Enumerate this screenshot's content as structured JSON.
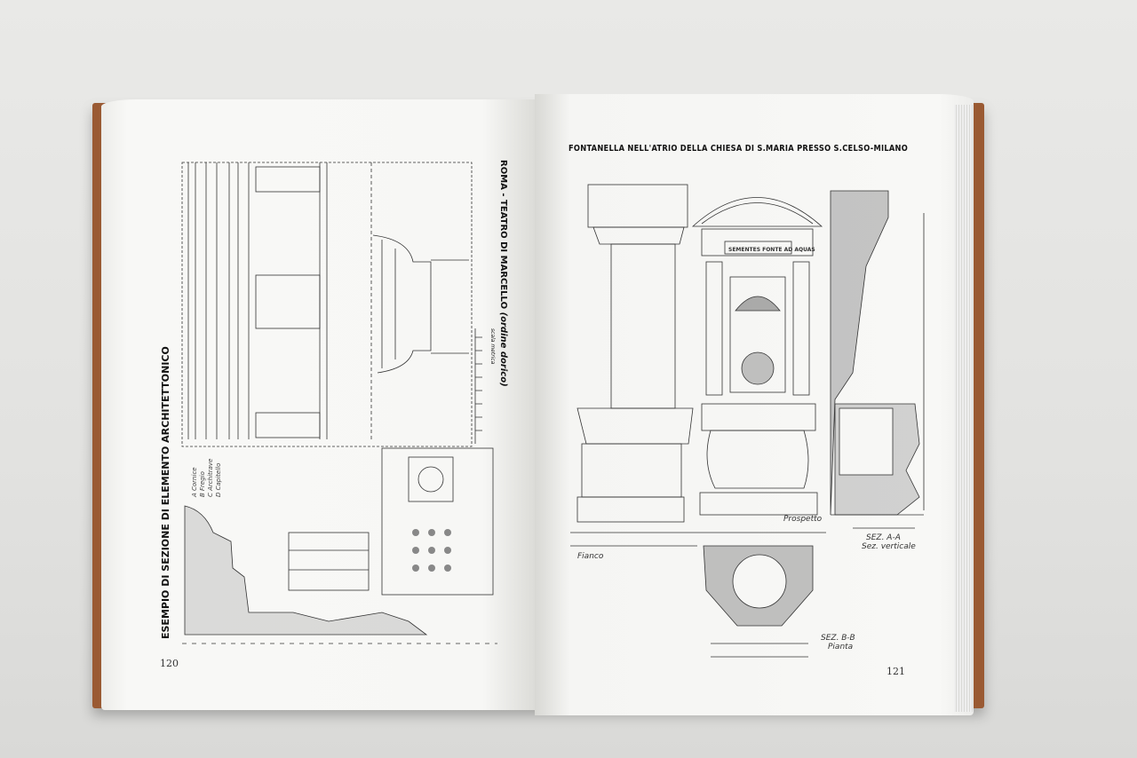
{
  "left_page": {
    "heading": "ESEMPIO DI SEZIONE DI ELEMENTO ARCHITETTONICO",
    "subject": "ROMA - TEATRO DI MARCELLO",
    "subject_note": "(ordine dorico)",
    "scale_label": "scala metrica",
    "legend": [
      "A Cornice",
      "B Fregio",
      "C Architrave",
      "D Capitello"
    ],
    "page_number": "120"
  },
  "right_page": {
    "heading": "FONTANELLA NELL'ATRIO DELLA CHIESA DI S.MARIA PRESSO S.CELSO-MILANO",
    "inscription": "SEMENTES FONTE AD AQUAS",
    "label_side": "Fianco",
    "label_front": "Prospetto",
    "section_aa": "SEZ. A-A",
    "section_aa_note": "Sez. verticale",
    "section_bb": "SEZ. B-B",
    "section_bb_note": "Pianta",
    "page_number": "121"
  },
  "colors": {
    "cover": "#9a5a33",
    "paper": "#f7f7f5",
    "ink": "#222222"
  }
}
